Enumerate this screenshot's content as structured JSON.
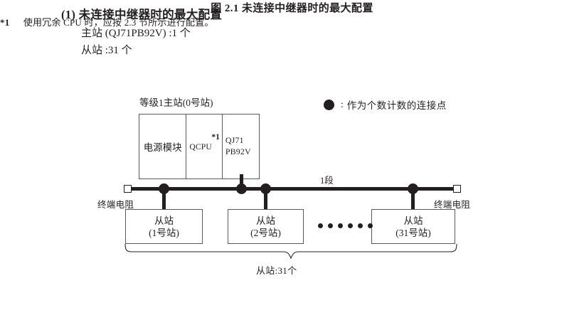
{
  "heading": {
    "number": "(1)",
    "title": "未连接中继器时的最大配置",
    "spec_master": "主站 (QJ71PB92V) :1 个",
    "spec_slave": "从站 :31 个"
  },
  "diagram": {
    "master_label": "等级1主站(0号站)",
    "rack": {
      "power_module": "电源模块",
      "cpu": "QCPU",
      "cpu_note": "*1",
      "master_module_line1": "QJ71",
      "master_module_line2": "PB92V"
    },
    "legend": {
      "symbol": "filled-circle",
      "separator": ":",
      "text": "作为个数计数的连接点"
    },
    "segment_label": "1段",
    "terminator_left_label": "终端电阻",
    "terminator_right_label": "终端电阻",
    "slaves": [
      {
        "line1": "从站",
        "line2": "(1号站)"
      },
      {
        "line1": "从站",
        "line2": "(2号站)"
      },
      {
        "line1": "从站",
        "line2": "(31号站)"
      }
    ],
    "ellipsis_count": 6,
    "brace_label": "从站:31个",
    "colors": {
      "line": "#231f20",
      "box_border": "#58595b",
      "background": "#ffffff"
    }
  },
  "figure_caption": "图 2.1  未连接中继器时的最大配置",
  "footnote": {
    "mark": "*1",
    "text": "使用冗余 CPU 时，应按 2.3 节所示进行配置。"
  }
}
